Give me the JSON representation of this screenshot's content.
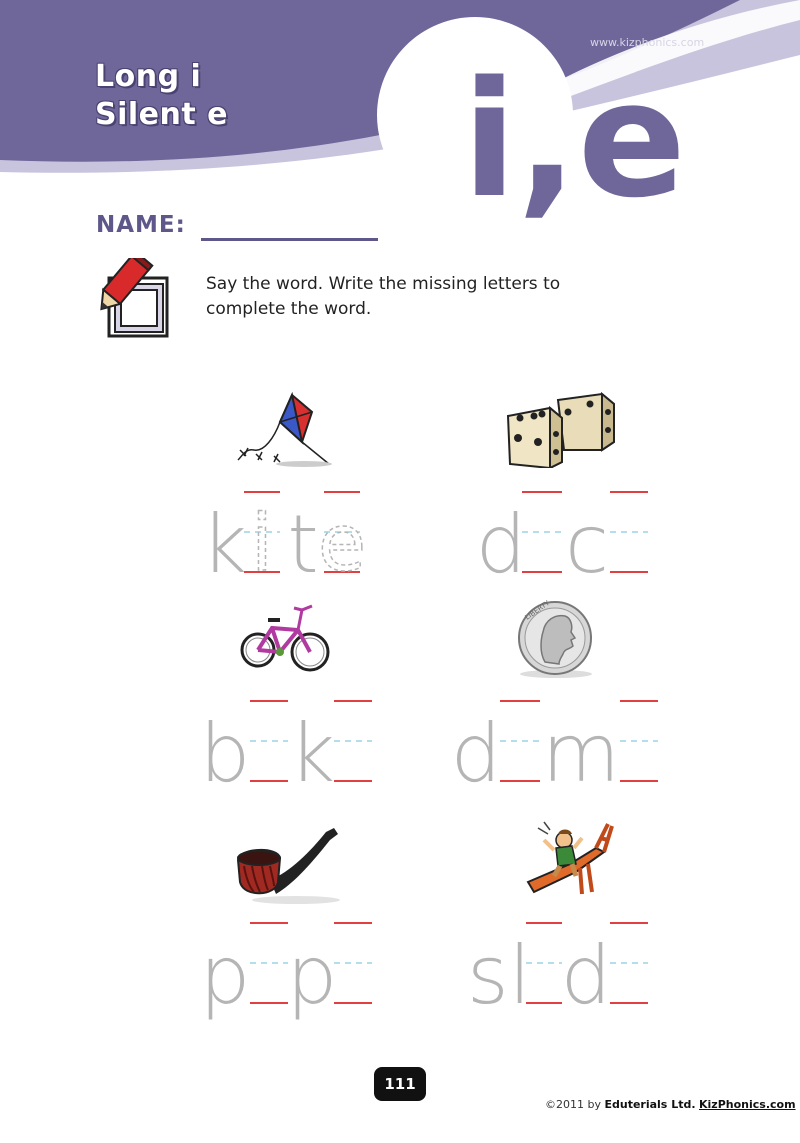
{
  "header": {
    "title_line1": "Long i",
    "title_line2": "Silent e",
    "big_letters": "i,e",
    "watermark": "www.kizphonics.com"
  },
  "name_label": "NAME:",
  "instructions": "Say the word. Write the missing letters to complete the word.",
  "words": [
    {
      "picture": "kite-picture",
      "shown": [
        "k",
        "",
        "t",
        ""
      ],
      "traced": [
        "",
        "i",
        "",
        "e"
      ]
    },
    {
      "picture": "dice-picture",
      "shown": [
        "d",
        "",
        "c",
        ""
      ],
      "traced": [
        "",
        "",
        "",
        ""
      ]
    },
    {
      "picture": "bike-picture",
      "shown": [
        "b",
        "",
        "k",
        ""
      ],
      "traced": [
        "",
        "",
        "",
        ""
      ]
    },
    {
      "picture": "dime-picture",
      "shown": [
        "d",
        "",
        "m",
        ""
      ],
      "traced": [
        "",
        "",
        "",
        ""
      ]
    },
    {
      "picture": "pipe-picture",
      "shown": [
        "p",
        "",
        "p",
        ""
      ],
      "traced": [
        "",
        "",
        "",
        ""
      ]
    },
    {
      "picture": "slide-picture",
      "shown": [
        "sl",
        "",
        "d",
        ""
      ],
      "traced": [
        "",
        "",
        "",
        ""
      ]
    }
  ],
  "coin_text": "LIBERTY",
  "page_number": "111",
  "footer": {
    "prefix": "©2011 by",
    "company": "Eduterials Ltd.",
    "site": "KizPhonics.com"
  },
  "colors": {
    "purple": "#6f679a",
    "light_purple": "#c9c4dd",
    "guide_red": "#e04040",
    "guide_blue": "#9bd4e6",
    "letter_gray": "#b5b5b5"
  }
}
